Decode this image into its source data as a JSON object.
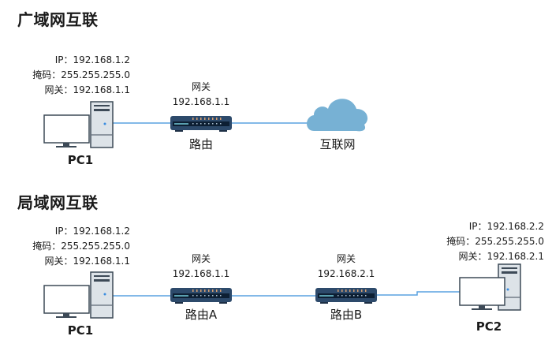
{
  "sections": {
    "wan": {
      "title": "广域网互联",
      "pc": {
        "name": "PC1",
        "ip_label": "IP：",
        "ip": "192.168.1.2",
        "mask_label": "掩码：",
        "mask": "255.255.255.0",
        "gateway_label": "网关：",
        "gateway": "192.168.1.1"
      },
      "router": {
        "name": "路由",
        "gateway_label": "网关",
        "gateway": "192.168.1.1"
      },
      "cloud": {
        "name": "互联网"
      }
    },
    "lan": {
      "title": "局域网互联",
      "pc1": {
        "name": "PC1",
        "ip_label": "IP：",
        "ip": "192.168.1.2",
        "mask_label": "掩码：",
        "mask": "255.255.255.0",
        "gateway_label": "网关：",
        "gateway": "192.168.1.1"
      },
      "router_a": {
        "name": "路由A",
        "gateway_label": "网关",
        "gateway": "192.168.1.1"
      },
      "router_b": {
        "name": "路由B",
        "gateway_label": "网关",
        "gateway": "192.168.2.1"
      },
      "pc2": {
        "name": "PC2",
        "ip_label": "IP：",
        "ip": "192.168.2.2",
        "mask_label": "掩码：",
        "mask": "255.255.255.0",
        "gateway_label": "网关：",
        "gateway": "192.168.2.1"
      }
    }
  },
  "colors": {
    "link": "#5aa2e0",
    "router_body": "#2d4a6b",
    "cloud": "#77b1d4",
    "pc_frame": "#3d4a57",
    "pc_tower": "#dde3e8"
  }
}
